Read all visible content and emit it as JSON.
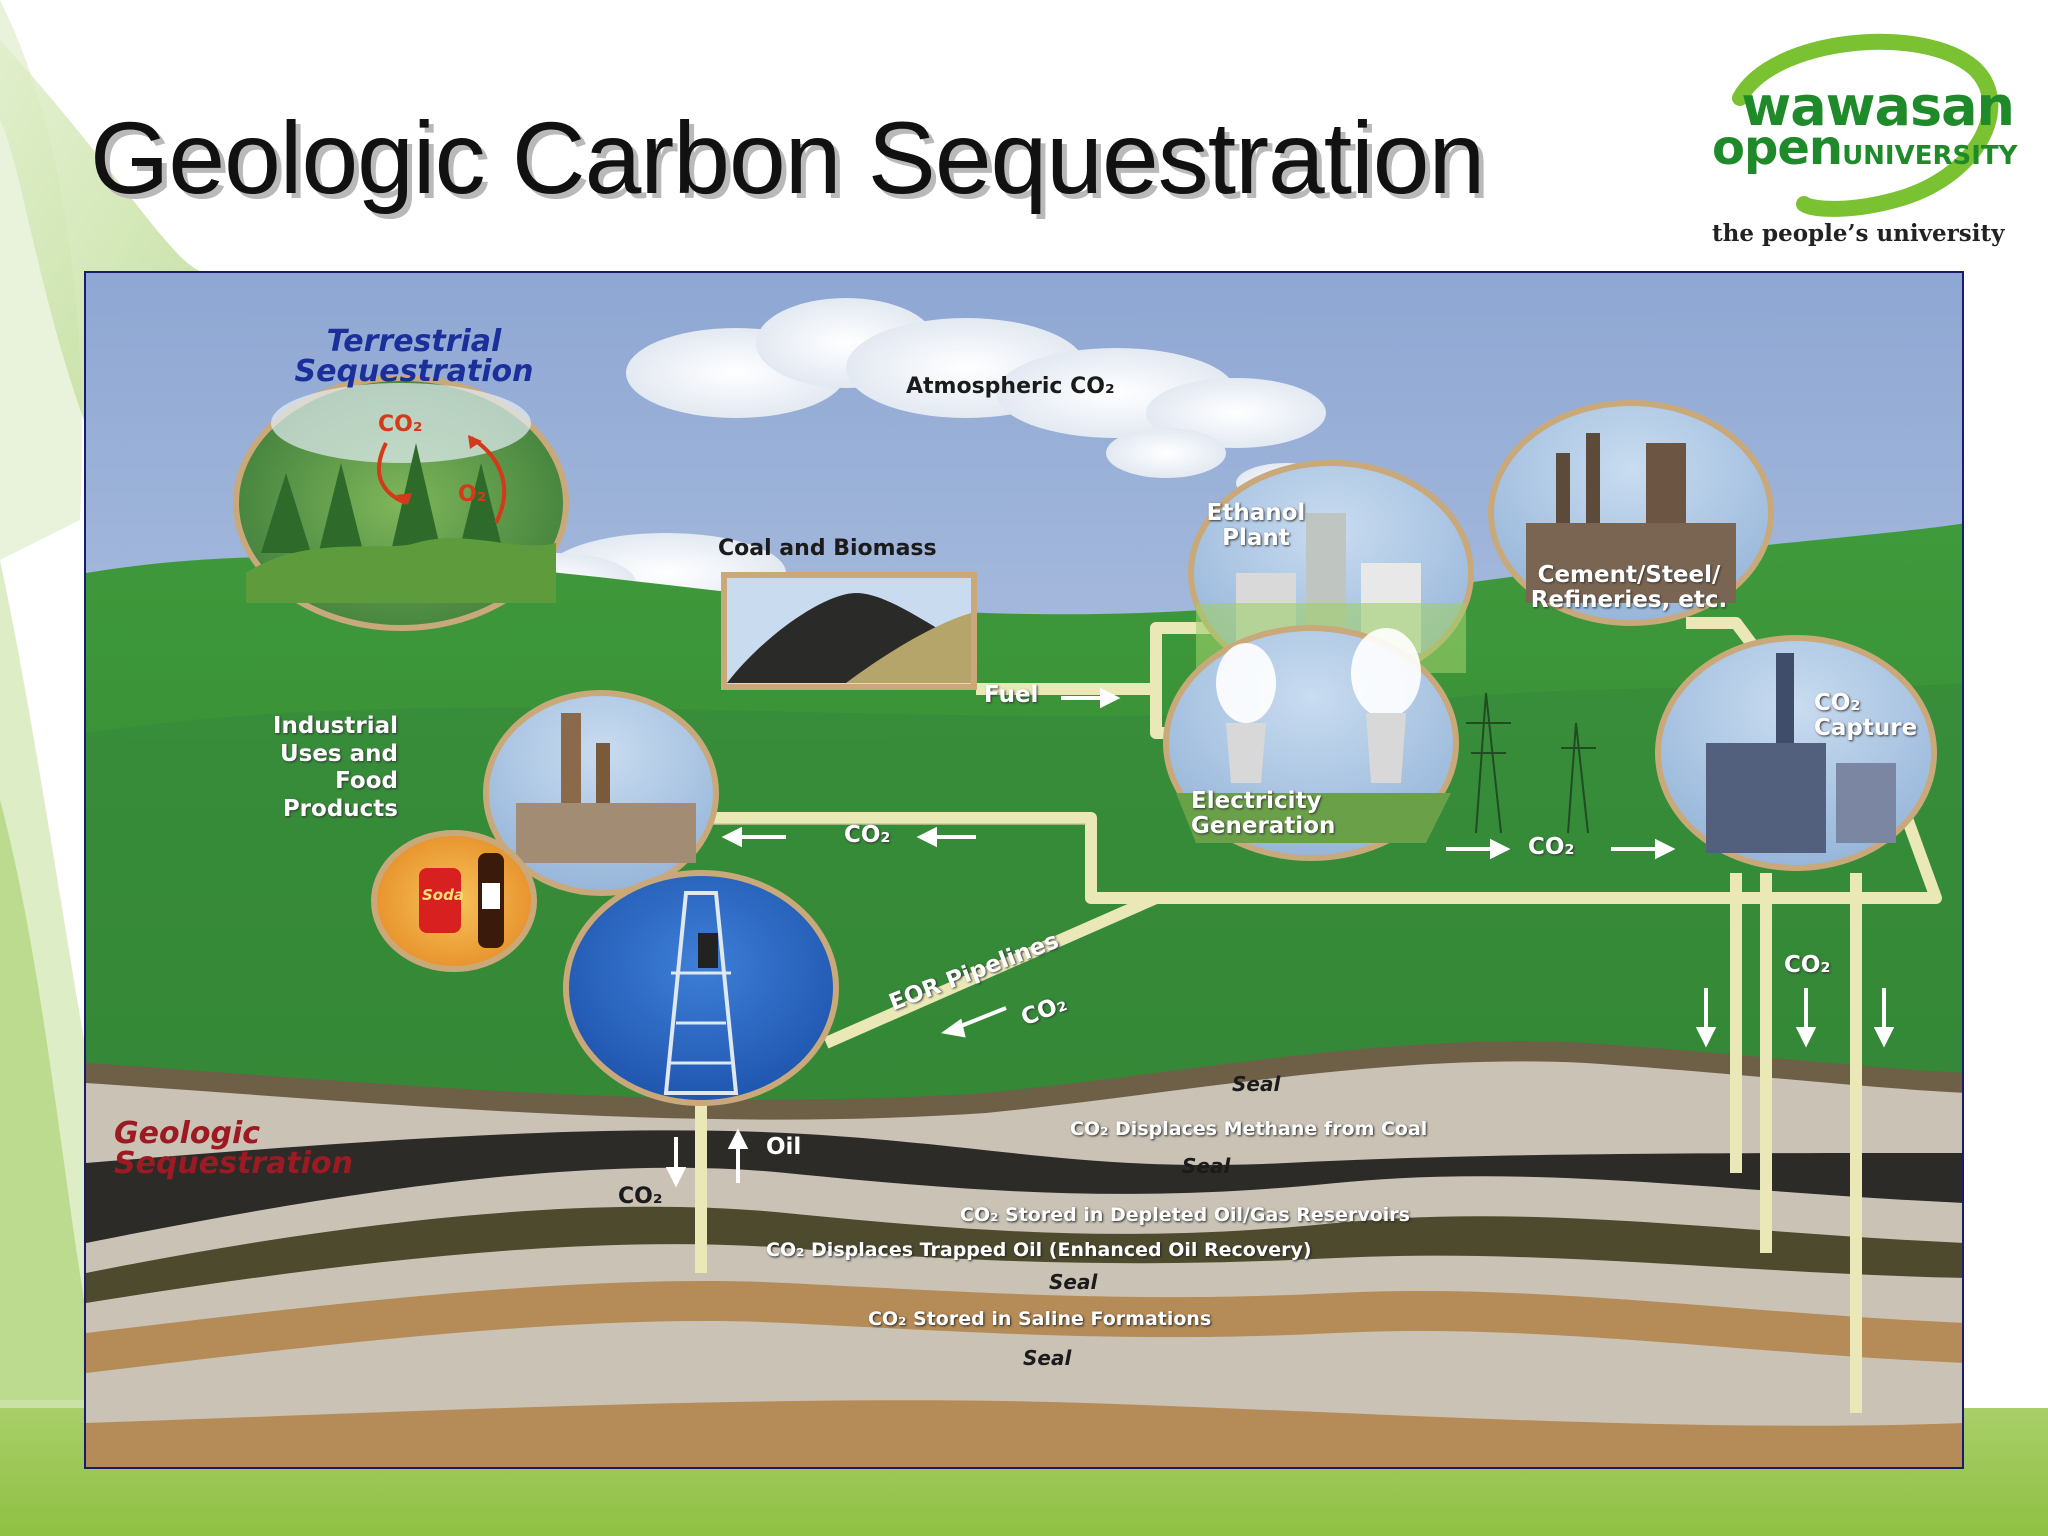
{
  "slide": {
    "title": "Geologic Carbon Sequestration"
  },
  "logo": {
    "line1": "wawasan",
    "line2_open": "open",
    "line2_univ": "UNIVERSITY",
    "tagline": "the people’s university",
    "colors": {
      "green": "#1e8a2a",
      "arc": "#7ac231"
    }
  },
  "diagram": {
    "terrestrial_heading": [
      "Terrestrial",
      "Sequestration"
    ],
    "forest_co2": "CO₂",
    "forest_o2": "O₂",
    "atmospheric": "Atmospheric CO₂",
    "coal_biomass": "Coal and Biomass",
    "fuel": "Fuel",
    "ethanol": [
      "Ethanol",
      "Plant"
    ],
    "cement": [
      "Cement/Steel/",
      "Refineries, etc."
    ],
    "electricity": [
      "Electricity",
      "Generation"
    ],
    "co2_capture": [
      "CO₂",
      "Capture"
    ],
    "industrial": [
      "Industrial",
      "Uses and",
      "Food",
      "Products"
    ],
    "co2_left": "CO₂",
    "co2_right": "CO₂",
    "co2_down": "CO₂",
    "eor_pipelines": "EOR Pipelines",
    "eor_co2": "CO₂",
    "geologic_heading": [
      "Geologic",
      "Sequestration"
    ],
    "oil": "Oil",
    "well_co2": "CO₂",
    "layers": {
      "seal1": "Seal",
      "methane": "CO₂ Displaces Methane from Coal",
      "seal2": "Seal",
      "depleted": "CO₂ Stored in Depleted Oil/Gas Reservoirs",
      "eor": "CO₂ Displaces Trapped Oil (Enhanced Oil Recovery)",
      "seal3": "Seal",
      "saline": "CO₂ Stored in Saline Formations",
      "seal4": "Seal"
    },
    "soda_brand": "Soda"
  }
}
